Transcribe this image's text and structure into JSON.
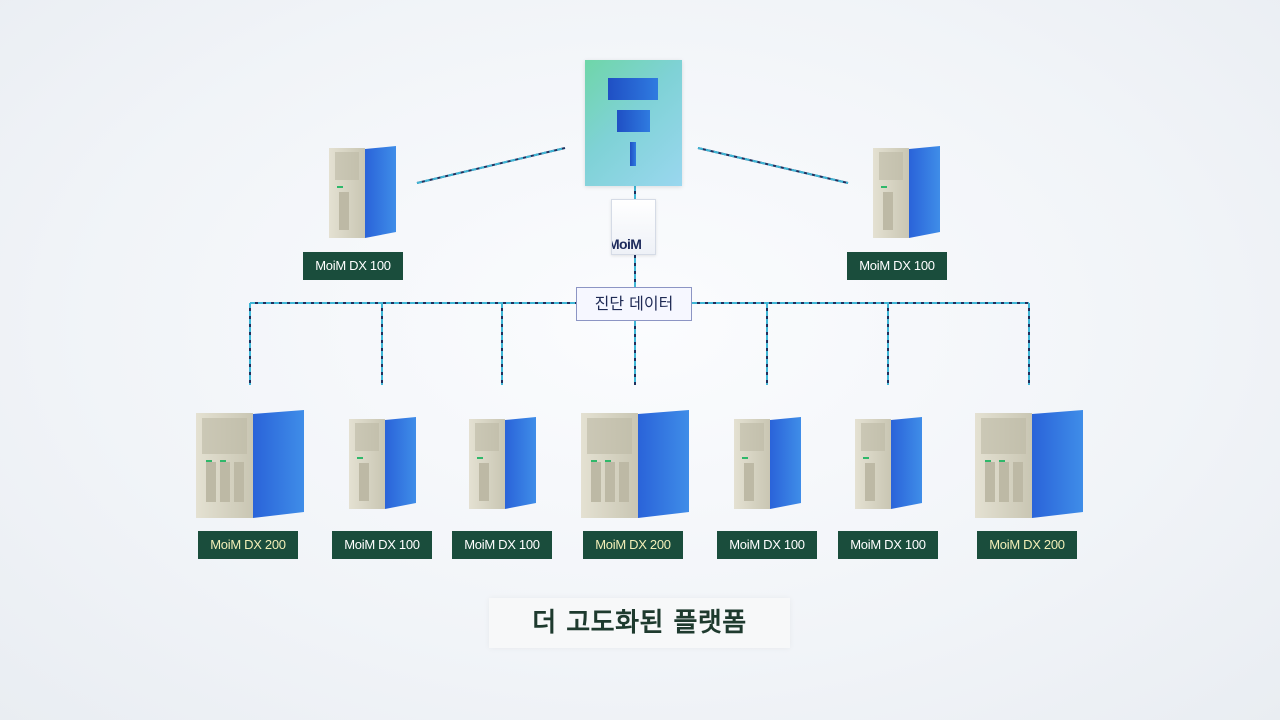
{
  "diagram": {
    "hub_badge_text": "MoiM",
    "data_label": "진단 데이터",
    "caption": "더 고도화된 플랫폼",
    "top_servers": [
      {
        "label": "MoiM DX 100"
      },
      {
        "label": "MoiM DX 100"
      }
    ],
    "bottom_servers": [
      {
        "label": "MoiM DX 200"
      },
      {
        "label": "MoiM DX 100"
      },
      {
        "label": "MoiM DX 100"
      },
      {
        "label": "MoiM DX 200"
      },
      {
        "label": "MoiM DX 100"
      },
      {
        "label": "MoiM DX 100"
      },
      {
        "label": "MoiM DX 200"
      }
    ]
  },
  "colors": {
    "label_bg": "#1a4d3c",
    "line_cyan": "#3fb6d6",
    "line_dark": "#1f2f5c",
    "server_blue": "#2f6fe0",
    "server_beige": "#d9d6c4"
  },
  "icons": {
    "hub": "central-platform-icon",
    "server": "tower-server-icon"
  }
}
